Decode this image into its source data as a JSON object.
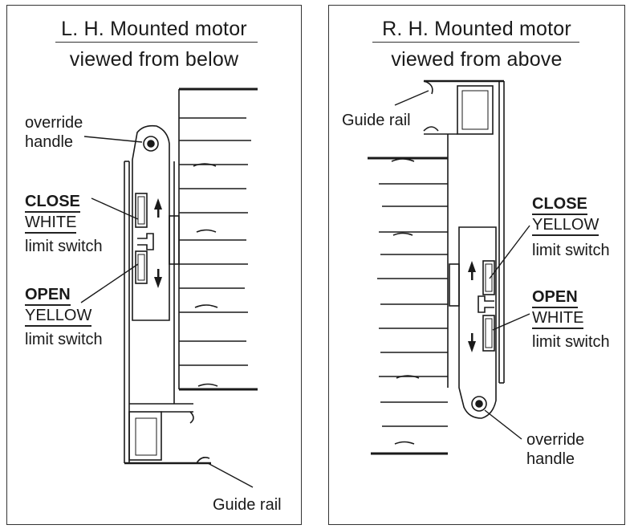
{
  "left_panel": {
    "title_line1": "L. H. Mounted motor",
    "title_line2": "viewed from below",
    "labels": {
      "override_line1": "override",
      "override_line2": "handle",
      "close": "CLOSE",
      "close_color": "WHITE",
      "close_sub": "limit switch",
      "open": "OPEN",
      "open_color": "YELLOW",
      "open_sub": "limit switch",
      "guide_rail": "Guide rail"
    }
  },
  "right_panel": {
    "title_line1": "R. H. Mounted motor",
    "title_line2": "viewed from above",
    "labels": {
      "guide_rail": "Guide rail",
      "close": "CLOSE",
      "close_color": "YELLOW",
      "close_sub": "limit switch",
      "open": "OPEN",
      "open_color": "WHITE",
      "open_sub": "limit switch",
      "override_line1": "override",
      "override_line2": "handle"
    }
  },
  "colors": {
    "stroke": "#1a1a1a",
    "border": "#333333",
    "background": "#ffffff"
  }
}
